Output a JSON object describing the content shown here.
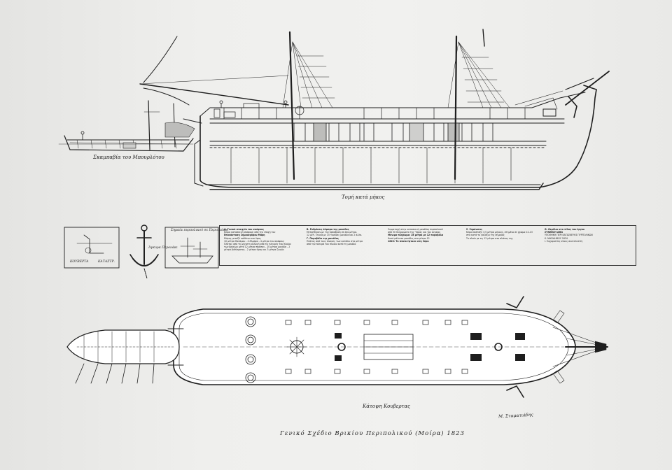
{
  "drawing": {
    "title": "Γενικό Σχέδιο Βρικίου Περιπολικού (Μοίρα) 1823",
    "side_view_caption": "Τομή κατά μήκος",
    "boat_caption": "Σκαμπαβία του Μπουρλότου",
    "deck_view_caption": "Κάτοψη Κουβερτας",
    "signature": "Μ. Σταματιάδης"
  },
  "inset": {
    "anchor_label": "Άγκυρα Περονάκι",
    "fireship_label": "Σημαία πυρπολικού σε Περισκόπιο",
    "bow_labels": [
      "ΚΟΥΒΕΡΤΑ",
      "ΚΑΤΑΣΤΡ."
    ]
  },
  "notes": {
    "col1_heading": "Α. Γενικά στοιχεία του σκάφους",
    "col1_lines": [
      "Κύρια κατασκευή σκάφους από την εποχή του",
      "Επανάσταση Σημαιοφόρου Μάρη",
      "Μήκος μεταξύ καθέτων και ύψος",
      "10 μέτρα Θαλάμου - 4 Άλμπρα - 4 μέτρα του σκάφους",
      "Πλάτος από τη μέγιστη αλλαγή από τις πλευρές του πλοίου",
      "των βρικίων μετά 12 μέτρα περίπου - 10 μέτρα μονάδα - 2",
      "μέτρα βυθίσματος - 2 μέτρα ύψος και 3 μέτρα ζωνών"
    ],
    "col2_heading": "Β. Ρυθμίσεις άλμπρα της μονάδας",
    "col2_lines": [
      "Μετρήθηκαν με την πρόσβαση σε δύο μέτρα.",
      "12 μέτ. Γενικά με 15 τονάδες μονάδα και 2 άλλα.",
      "Γ. Πυροβόλο της μονάδας",
      "Πλάτος από τους πίνακες των κατόπιν στα μέτρα",
      "από την πλευρά του πλοίου κατά τη μονάδα"
    ],
    "col3_lines": [
      "Συμμετοχή στην κατασκευή μονάδας πυρπολικού",
      "από 30 πληρώματα της Ύδρας και του Αιγαίου",
      "Μόνιμο πλήρωμα: 28 μέτρα με 12 πυροβόλα",
      "Κατά μάλιστα μονάδες στα μέτρα 12",
      "1820: Το πλοίο έφτασε στη Σύρο"
    ],
    "col4_heading": "Σ. Σημάνσεις",
    "col4_lines": [
      "Κύρια διάταξη 3,5 μέτρα μήκους, στημένο σε χρώμα 12-13",
      "στα κατά το γαλάζιο της σημαίας",
      "Το πλοίο με τις 12 μέτρα στο πλάτος της"
    ],
    "col5_heading": "Θ. Θεμέλιο στο τέλος του έργου",
    "col5_lines": [
      "ΣΥΝΘΕΣΗ ΑΘΩ",
      "ΥΠΟΘΗΚΗ ΠΕΡΙ ΚΑΤΑΣΚΕΥΗΣ ΠΥΡΠΟΛΙΚΩΝ",
      "Κ. ΝΙΚΟΔΗΜΟΥ 1834",
      "Ι. Ευχαριστίες στους συντελεστές"
    ]
  },
  "colors": {
    "ink": "#1e1e1e",
    "paper": "#efefed",
    "deck_fill": "#ffffff"
  }
}
